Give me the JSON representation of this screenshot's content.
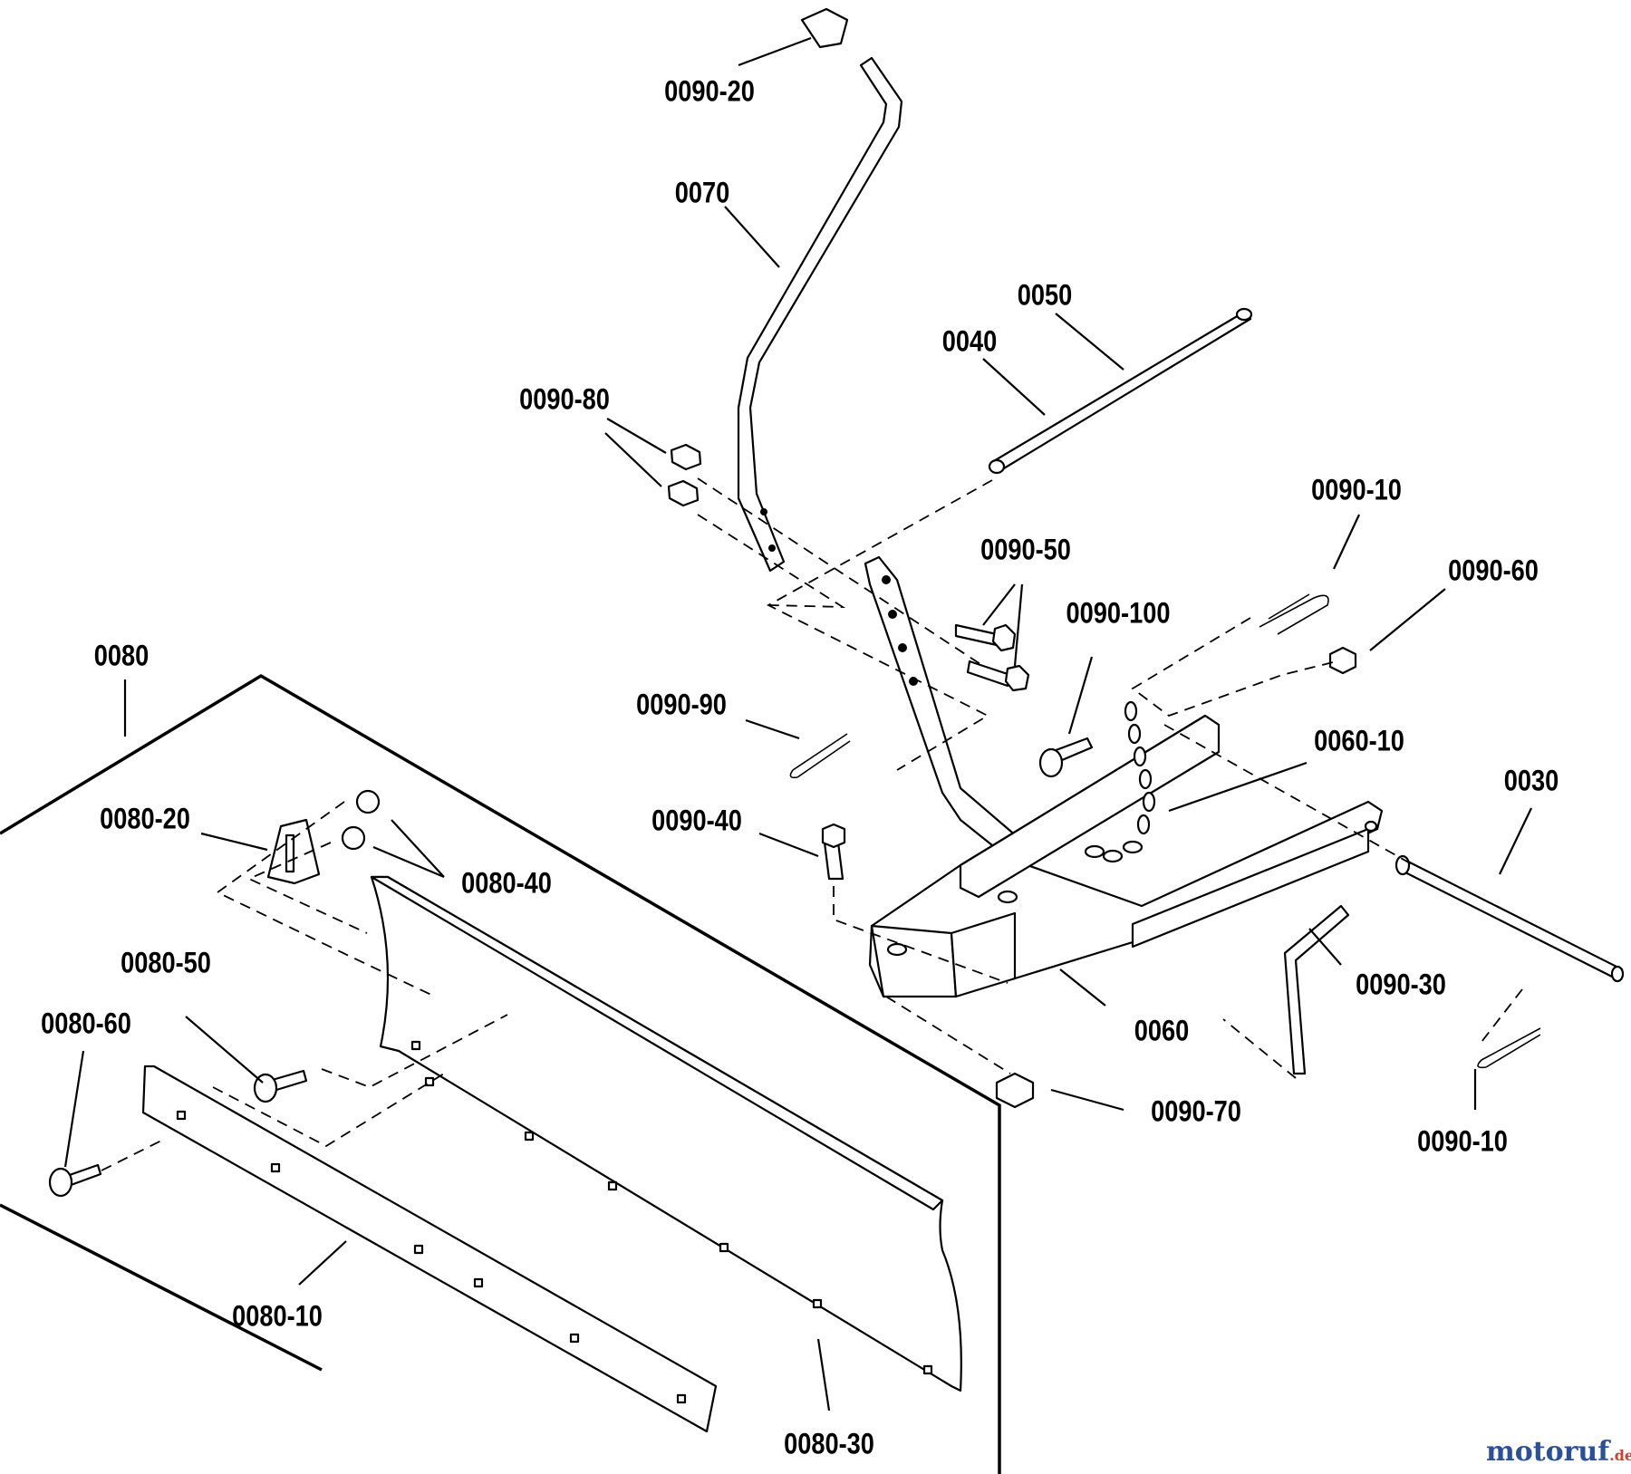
{
  "diagram": {
    "labels": {
      "p0090_20": "0090-20",
      "p0070": "0070",
      "p0050": "0050",
      "p0040": "0040",
      "p0090_80": "0090-80",
      "p0090_10_top": "0090-10",
      "p0090_50": "0090-50",
      "p0090_60": "0090-60",
      "p0090_100": "0090-100",
      "p0080": "0080",
      "p0090_90": "0090-90",
      "p0060_10": "0060-10",
      "p0030": "0030",
      "p0090_40": "0090-40",
      "p0080_20": "0080-20",
      "p0080_40": "0080-40",
      "p0090_30": "0090-30",
      "p0080_50": "0080-50",
      "p0060": "0060",
      "p0080_60": "0080-60",
      "p0090_70": "0090-70",
      "p0090_10_bottom": "0090-10",
      "p0080_10": "0080-10",
      "p0080_30": "0080-30"
    },
    "watermark": {
      "part1": "motoruf",
      "part2": ".de"
    }
  }
}
